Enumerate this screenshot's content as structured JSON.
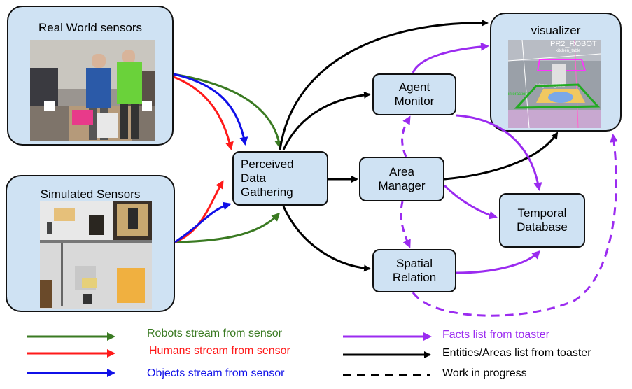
{
  "panels": {
    "real_world": "Real World sensors",
    "simulated": "Simulated Sensors",
    "visualizer": "visualizer"
  },
  "nodes": {
    "perceived": "Perceived\nData\nGathering",
    "agent_monitor": "Agent\nMonitor",
    "area_manager": "Area\nManager",
    "spatial_relation": "Spatial\nRelation",
    "temporal_db": "Temporal\nDatabase"
  },
  "legend": {
    "robots": "Robots stream from sensor",
    "humans": "Humans stream from sensor",
    "objects": "Objects stream from sensor",
    "facts": "Facts list from toaster",
    "entities": "Entities/Areas list from toaster",
    "wip": "Work in progress"
  },
  "colors": {
    "robots": "#3a7a22",
    "humans": "#ff1a1a",
    "objects": "#1010e8",
    "facts": "#9b2bf0",
    "entities": "#000000",
    "panel_fill": "#cfe2f3"
  },
  "visualizer_labels": {
    "robot": "PR2_ROBOT",
    "kitchen": "kitchen_table",
    "living": "livingroom_table",
    "interaction": "interaction"
  }
}
